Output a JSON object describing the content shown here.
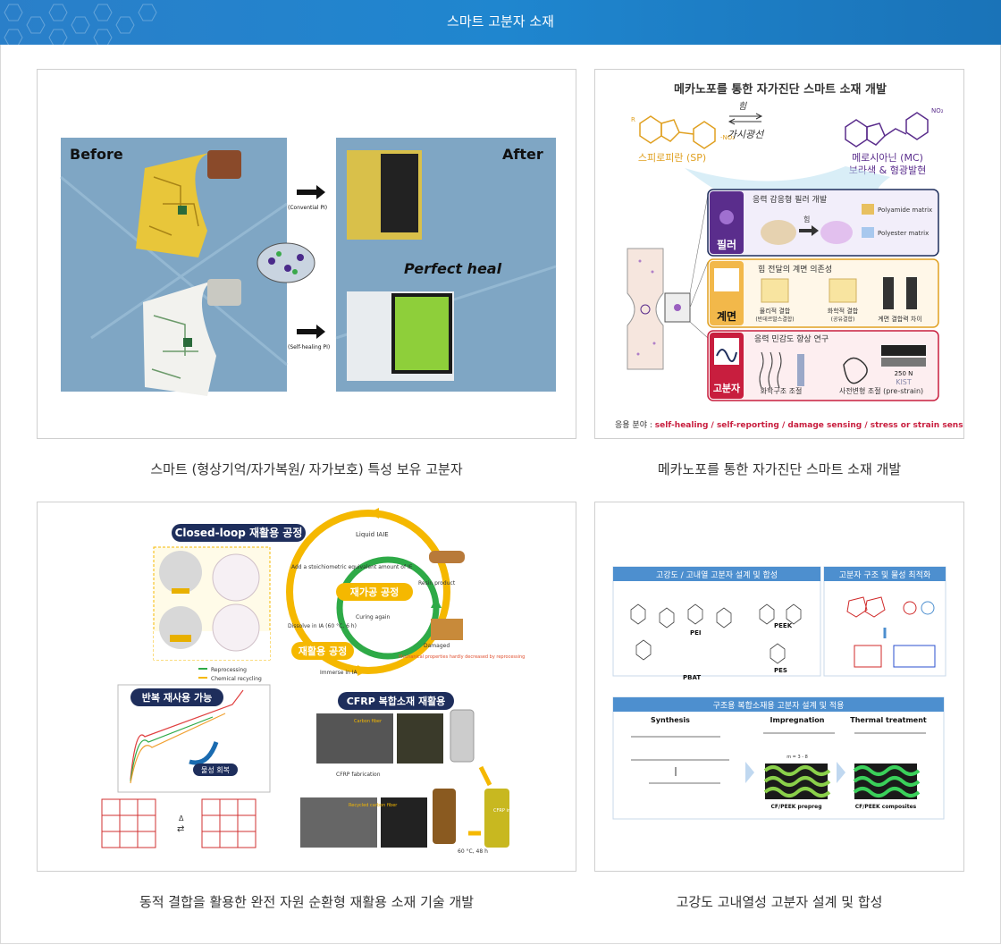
{
  "page": {
    "title": "스마트 고분자 소재"
  },
  "cards": [
    {
      "caption": "스마트 (형상기억/자가복원/ 자가보호) 특성 보유 고분자",
      "before": "Before",
      "after": "After",
      "arrow1": "(Convential PI)",
      "arrow2": "(Self-healing PI)",
      "heal": "Perfect heal"
    },
    {
      "caption": "메카노포를 통한 자가진단 스마트 소재 개발",
      "title": "메카노포를 통한 자가진단 스마트 소재 개발",
      "force": "힘",
      "light": "가시광선",
      "sp": "스피로피란 (SP)",
      "mc1": "메로시아닌 (MC)",
      "mc2": "보라색 & 형광발현",
      "p1_tag": "필러",
      "p1_title": "응력 감응형 필러 개발",
      "p1_force": "힘",
      "p1_m1": "Polyamide matrix",
      "p1_m2": "Polyester matrix",
      "p2_tag": "계면",
      "p2_title": "힘 전달의 계면 의존성",
      "p2_l1": "물리적 결합",
      "p2_l1b": "(반데르발스결합)",
      "p2_l2": "화학적 결합",
      "p2_l2b": "(공유결합)",
      "p2_l3": "계면 결합력 차이",
      "p3_tag": "고분자",
      "p3_title": "응력 민감도 향상 연구",
      "p3_l1": "화학구조 조절",
      "p3_l2": "사전변형 조절 (pre-strain)",
      "p3_n": "250 N",
      "p3_kist": "KIST",
      "app_label": "응용 분야 : ",
      "app_value": "self-healing / self-reporting / damage sensing / stress or strain sensing"
    },
    {
      "caption": "동적 결합을 활용한 완전 자원 순환형 재활용 소재 기술 개발",
      "closed": "Closed-loop 재활용 공정",
      "reproc": "재가공 공정",
      "recycle": "재활용 공정",
      "repeat": "반복 재사용 가능",
      "cfrp": "CFRP 복합소재 재활용",
      "liquid": "Liquid IAIE",
      "add": "Add a stoichiometric equivalent amount of IE",
      "resin": "Resin product",
      "curing": "Curing again",
      "damaged": "Damaged",
      "mech": "Mechanical properties hardly decreased by reprocessing",
      "dissolve": "Dissolve in IA (60 °C, 6 h)",
      "immerse": "Immerse in IA",
      "leg1": "Reprocessing",
      "leg2": "Chemical recycling",
      "recover": "물성 회복",
      "cfrp_fab": "CFRP fabrication",
      "temp": "60 °C, 48 h",
      "cf": "Carbon fiber",
      "rcf": "Recycled carbon fiber",
      "cfrp_ia": "CFRP in IA"
    },
    {
      "caption": "고강도 고내열성 고분자 설계 및 합성",
      "h1": "고강도 / 고내열 고분자 설계 및 합성",
      "h2": "고분자 구조 및 물성 최적화",
      "h3": "구조용 복합소재용 고분자 설계 및 적용",
      "pei": "PEI",
      "peek": "PEEK",
      "pbat": "PBAT",
      "pes": "PES",
      "synthesis": "Synthesis",
      "impregnation": "Impregnation",
      "thermal": "Thermal treatment",
      "prepreg": "CF/PEEK prepreg",
      "composites": "CF/PEEK composites",
      "m_range": "m = 3 - 8"
    }
  ],
  "colors": {
    "header": "#1f86cf",
    "accent_orange": "#f5b800",
    "accent_green": "#2eaa47",
    "navy": "#1e2e5c",
    "purple": "#5a2d8c"
  }
}
